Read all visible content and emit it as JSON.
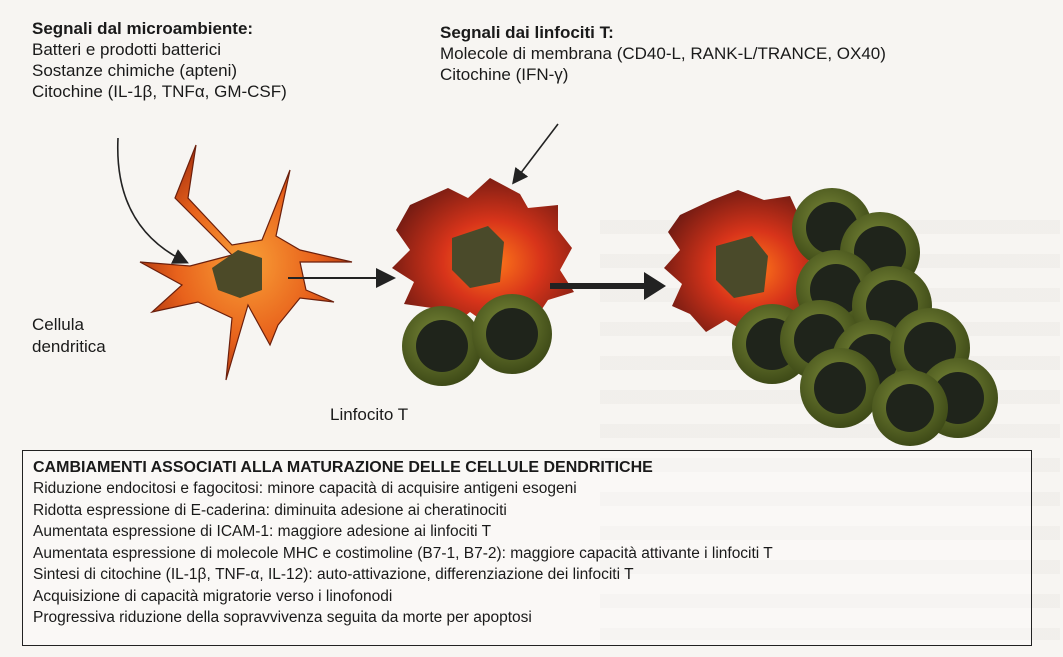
{
  "signals_micro": {
    "title": "Segnali dal microambiente:",
    "lines": [
      "Batteri e prodotti batterici",
      "Sostanze chimiche (apteni)",
      "Citochine (IL-1β, TNFα, GM-CSF)"
    ]
  },
  "signals_tcell": {
    "title": "Segnali dai linfociti T:",
    "lines": [
      "Molecole di membrana (CD40-L, RANK-L/TRANCE, OX40)",
      "Citochine (IFN-γ)"
    ]
  },
  "dc_label": [
    "Cellula",
    "dendritica"
  ],
  "tcell_label": "Linfocito T",
  "box": {
    "title": "CAMBIAMENTI ASSOCIATI ALLA MATURAZIONE DELLE CELLULE DENDRITICHE",
    "items": [
      "Riduzione endocitosi e fagocitosi: minore capacità di acquisire antigeni esogeni",
      "Ridotta espressione di E-caderina: diminuita adesione ai cheratinociti",
      "Aumentata espressione di ICAM-1: maggiore adesione ai linfociti T",
      "Aumentata espressione di molecole MHC e costimoline (B7-1, B7-2): maggiore capacità attivante i linfociti T",
      "Sintesi di citochine (IL-1β, TNF-α, IL-12): auto-attivazione, differenziazione dei linfociti T",
      "Acquisizione di capacità migratorie verso i linofonodi",
      "Progressiva riduzione della sopravvivenza seguita da morte per apoptosi"
    ]
  },
  "colors": {
    "dc_orange": "#e8621c",
    "dc_dark_red": "#7a1d10",
    "nucleus": "#4a4a2a",
    "tcell_green": "#5b6b28",
    "tcell_core": "#1f241b",
    "arrow": "#222222"
  }
}
